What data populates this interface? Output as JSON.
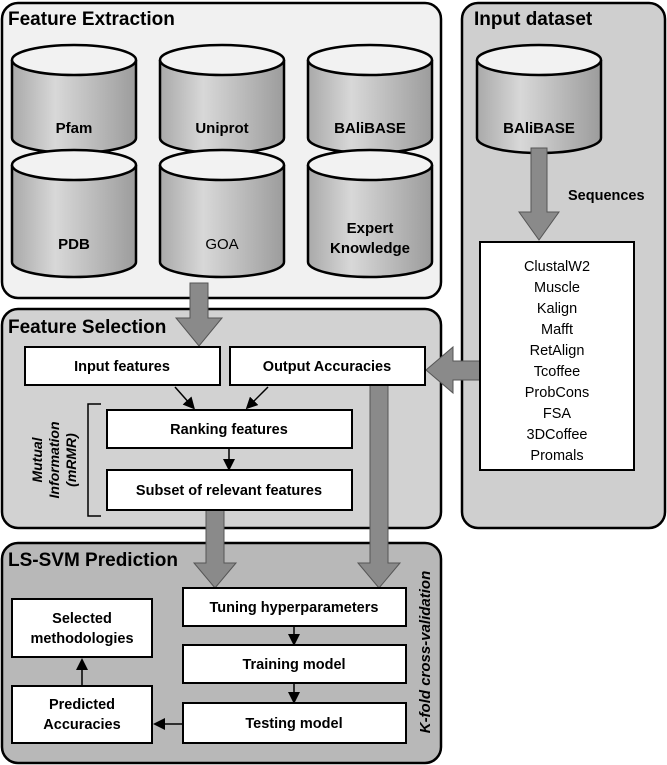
{
  "panels": {
    "feature_extraction": "Feature Extraction",
    "input_dataset": "Input dataset",
    "feature_selection": "Feature Selection",
    "lssvm_prediction": "LS-SVM Prediction"
  },
  "databases": [
    "Pfam",
    "Uniprot",
    "BAliBASE",
    "PDB",
    "GOA",
    "Expert",
    "Knowledge"
  ],
  "input_db": "BAliBASE",
  "sequences_label": "Sequences",
  "methods": [
    "ClustalW2",
    "Muscle",
    "Kalign",
    "Mafft",
    "RetAlign",
    "Tcoffee",
    "ProbCons",
    "FSA",
    "3DCoffee",
    "Promals"
  ],
  "selection": {
    "input_features": "Input features",
    "output_accuracies": "Output Accuracies",
    "ranking_features": "Ranking features",
    "subset_features": "Subset of relevant features",
    "mi_line1": "Mutual",
    "mi_line2": "Information",
    "mi_line3": "(mRMR)"
  },
  "prediction": {
    "tuning": "Tuning hyperparameters",
    "training": "Training model",
    "testing": "Testing model",
    "predicted_line1": "Predicted",
    "predicted_line2": "Accuracies",
    "selected_line1": "Selected",
    "selected_line2": "methodologies",
    "kfold": "K-fold cross-validation"
  },
  "colors": {
    "panel_light": "#f1f1f1",
    "panel_dark": "#cfcfcf",
    "panel_darker": "#b8b8b8",
    "cylinder_body": "#c8c8c8",
    "arrow": "#8a8a8a"
  }
}
